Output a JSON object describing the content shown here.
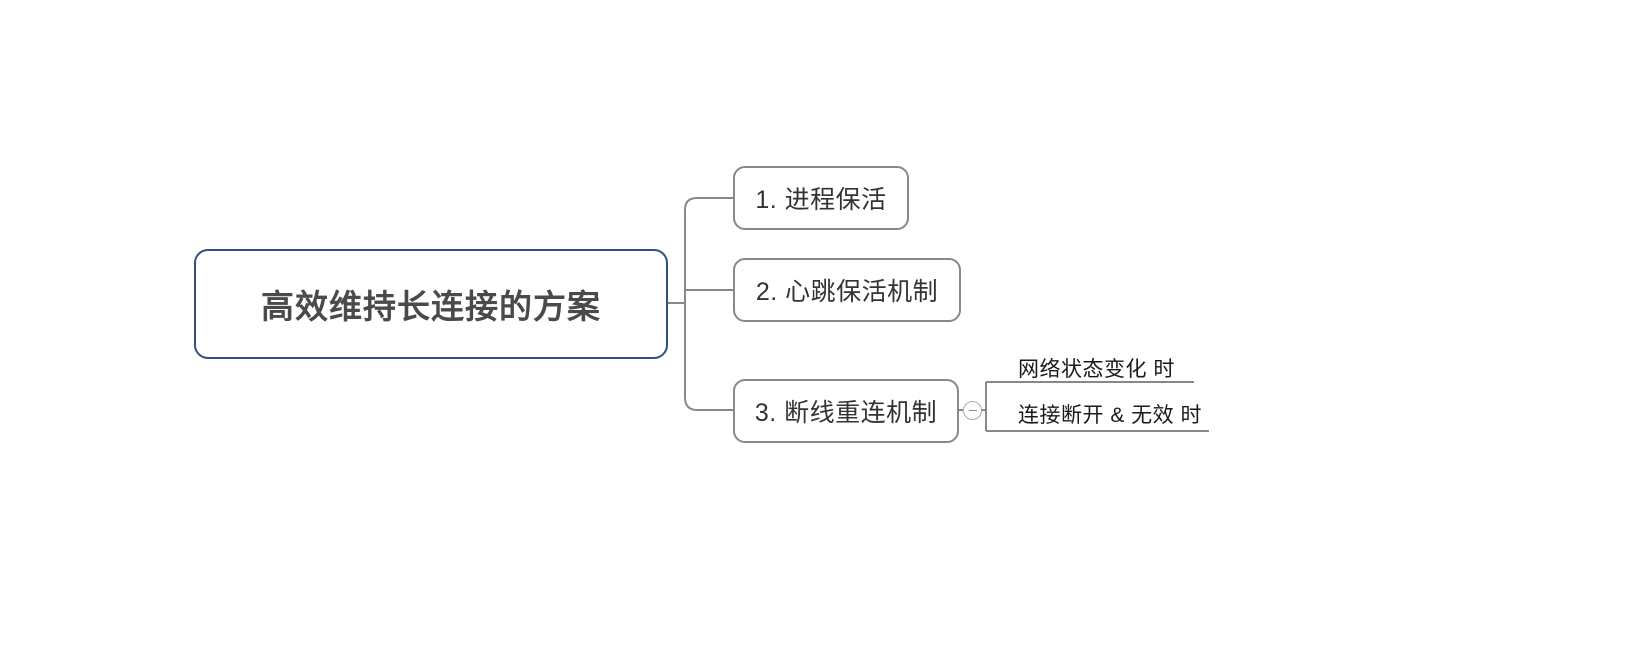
{
  "diagram": {
    "type": "mind-map",
    "orientation": "left-to-right",
    "background_color": "#ffffff"
  },
  "root": {
    "label": "高效维持长连接的方案",
    "border_color": "#33507c",
    "text_color": "#4a4a4a"
  },
  "children": [
    {
      "id": "c1",
      "label": "1. 进程保活",
      "border_color": "#8c8782",
      "text_color": "#333333"
    },
    {
      "id": "c2",
      "label": "2. 心跳保活机制",
      "border_color": "#8c8782",
      "text_color": "#333333"
    },
    {
      "id": "c3",
      "label": "3. 断线重连机制",
      "border_color": "#8c8782",
      "text_color": "#333333",
      "toggle": {
        "state": "expanded",
        "glyph": "minus-icon",
        "border_color": "#a9a9a9"
      },
      "leaves": [
        {
          "id": "l1",
          "label": "网络状态变化 时",
          "text_color": "#1a1a1a"
        },
        {
          "id": "l2",
          "label": "连接断开 & 无效 时",
          "text_color": "#1a1a1a"
        }
      ]
    }
  ],
  "edges": {
    "color": "#8c8782",
    "leaf_color": "#8c8782",
    "width": 2
  }
}
